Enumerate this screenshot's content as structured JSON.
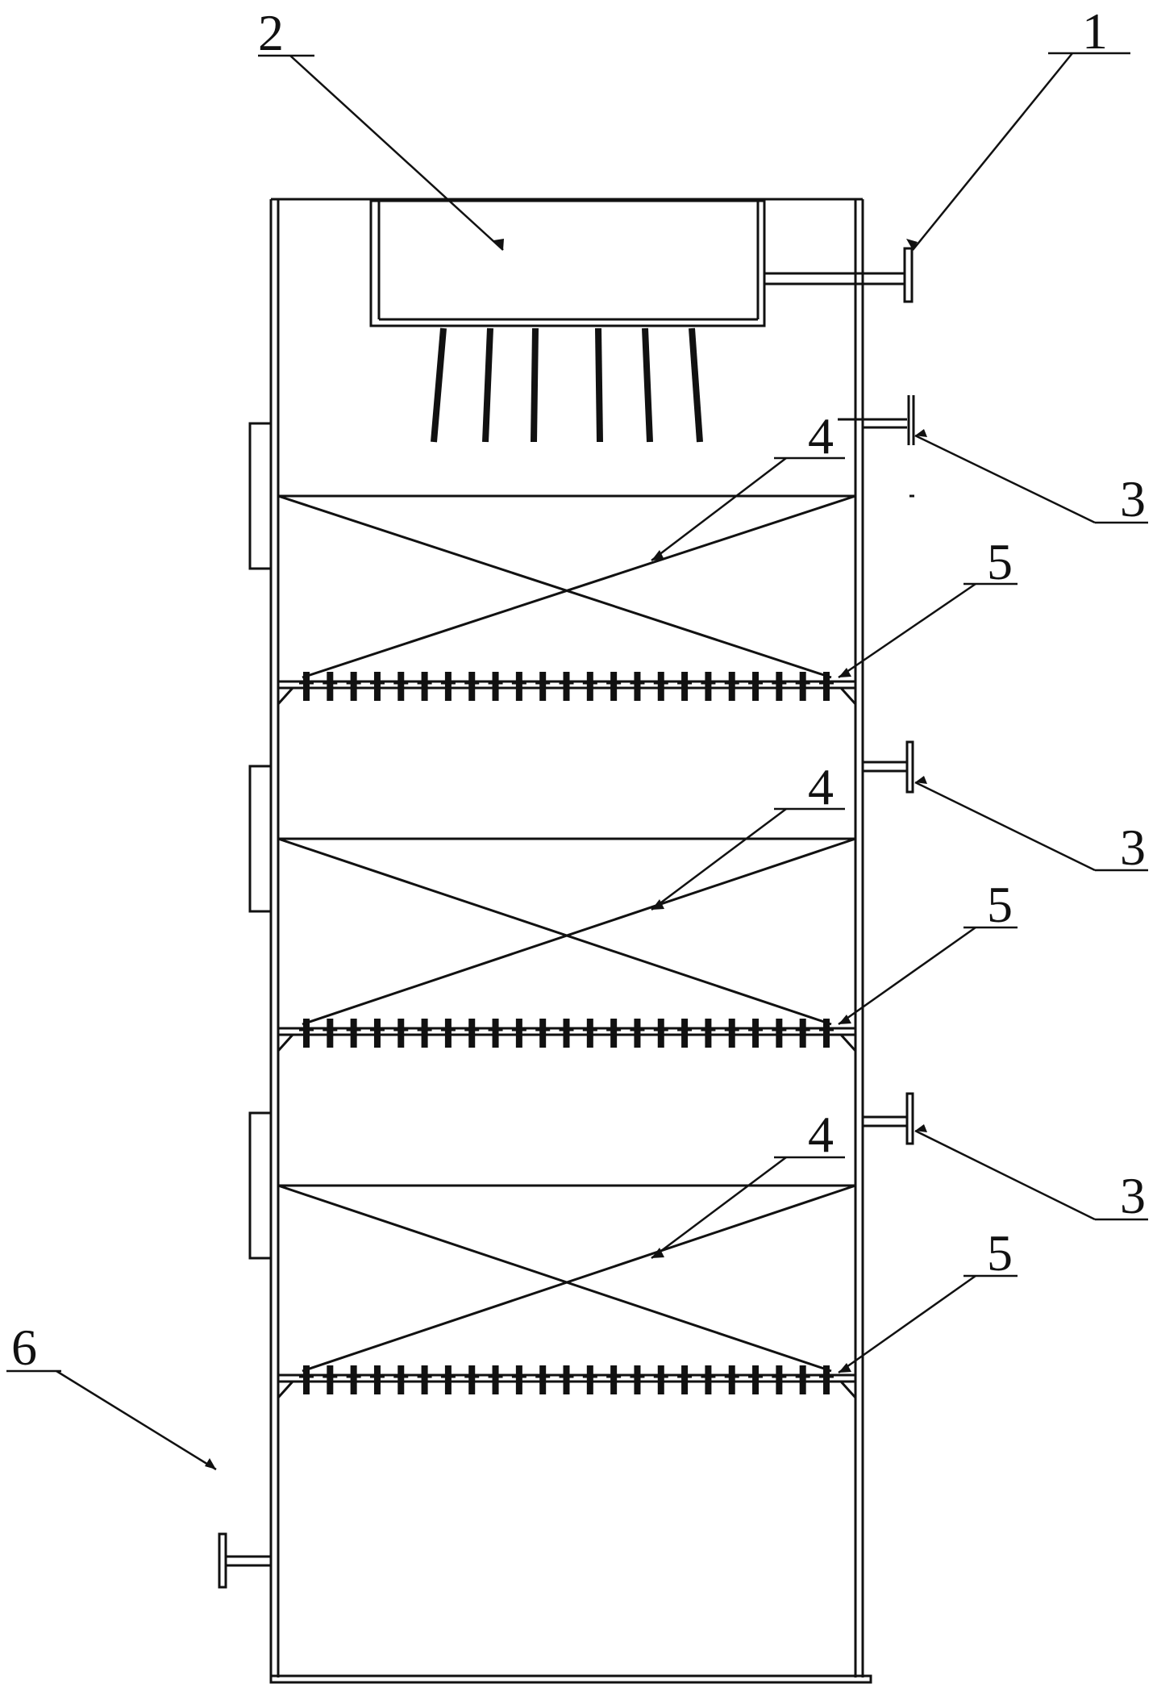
{
  "labels": {
    "l1": "1",
    "l2": "2",
    "l3a": "3",
    "l3b": "3",
    "l3c": "3",
    "l4a": "4",
    "l4b": "4",
    "l4c": "4",
    "l5a": "5",
    "l5b": "5",
    "l5c": "5",
    "l6": "6"
  }
}
